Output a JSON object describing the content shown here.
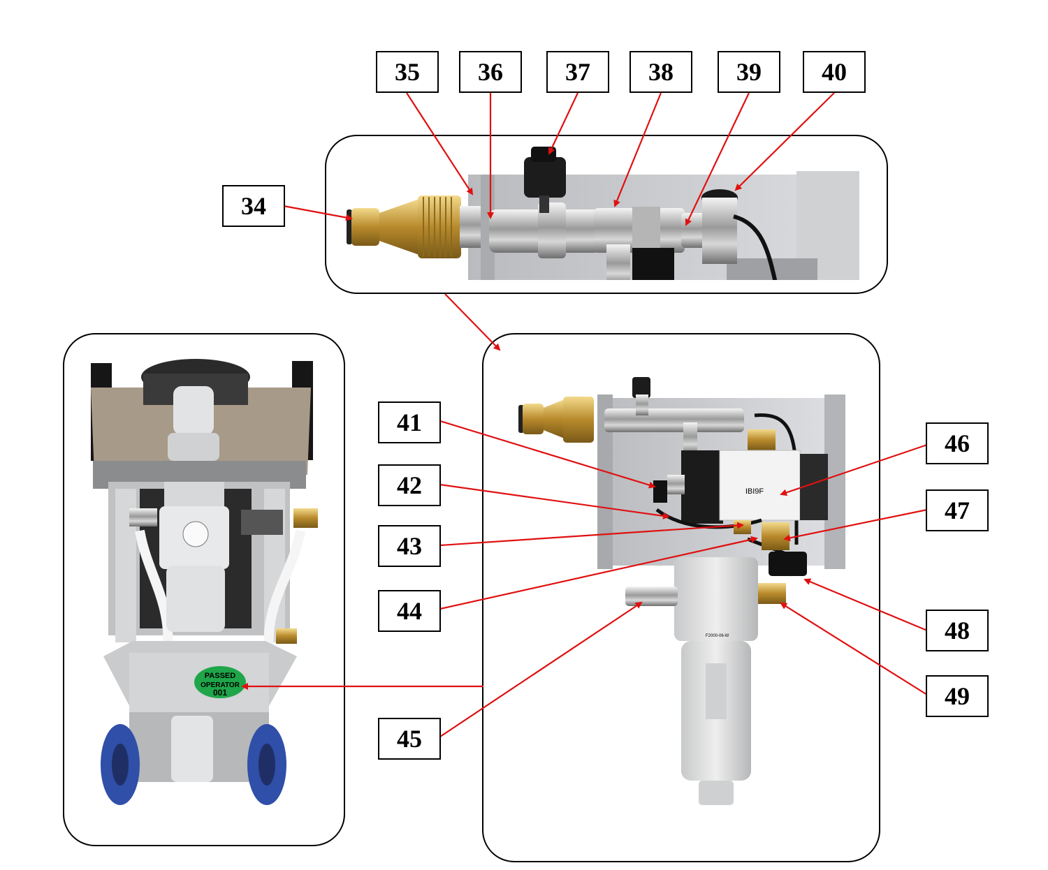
{
  "callouts": {
    "c34": "34",
    "c35": "35",
    "c36": "36",
    "c37": "37",
    "c38": "38",
    "c39": "39",
    "c40": "40",
    "c41": "41",
    "c42": "42",
    "c43": "43",
    "c44": "44",
    "c45": "45",
    "c46": "46",
    "c47": "47",
    "c48": "48",
    "c49": "49"
  },
  "sticker": {
    "line1": "PASSED",
    "line2": "OPERATOR",
    "line3": "001"
  },
  "valve_label": "IBI9F",
  "filter_label": "F2000-06-W",
  "colors": {
    "arrow": "#e01010",
    "sticker_green": "#1fa64a",
    "wheel_blue": "#2f4fa8",
    "brass": "#c9a246",
    "aluminium": "#c4c6c8",
    "filter_grey": "#d9dadb"
  }
}
